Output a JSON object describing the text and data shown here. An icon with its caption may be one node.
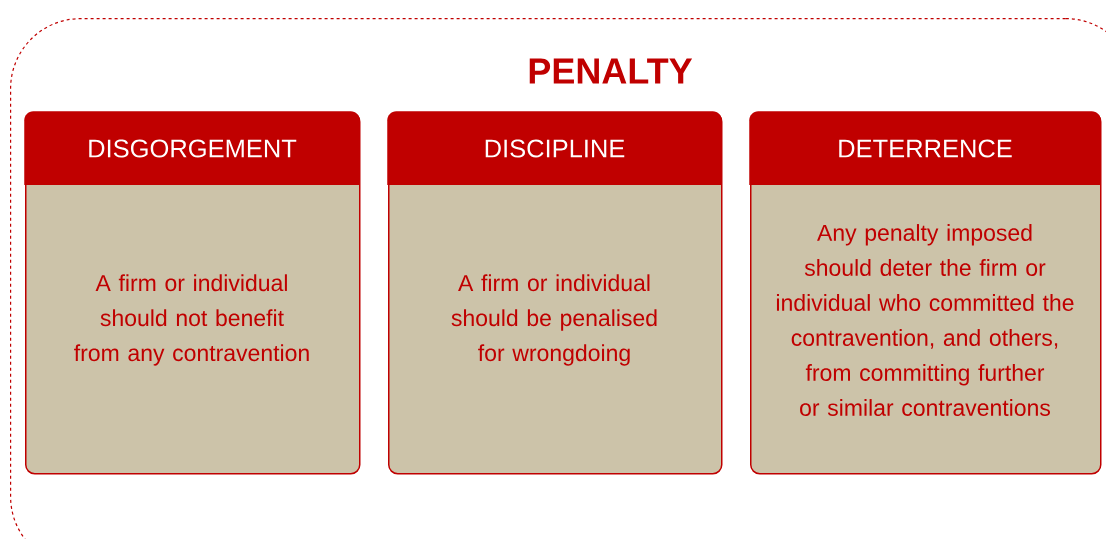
{
  "diagram": {
    "nodes": [
      {
        "text": [
          "PENALTY"
        ]
      },
      {
        "text": [
          "DISGORGEMENT",
          "A firm or individual should not benefit from any contravention"
        ],
        "in": 0
      },
      {
        "text": [
          "DISCIPLINE",
          "A firm or individual should be penalised for wrongdoing"
        ],
        "in": 0
      },
      {
        "text": [
          "DETERRENCE",
          "Any penalty imposed should deter the firm or individual who committed the contravention, and others, from committing further or similar contraventions"
        ],
        "in": 0
      }
    ]
  }
}
